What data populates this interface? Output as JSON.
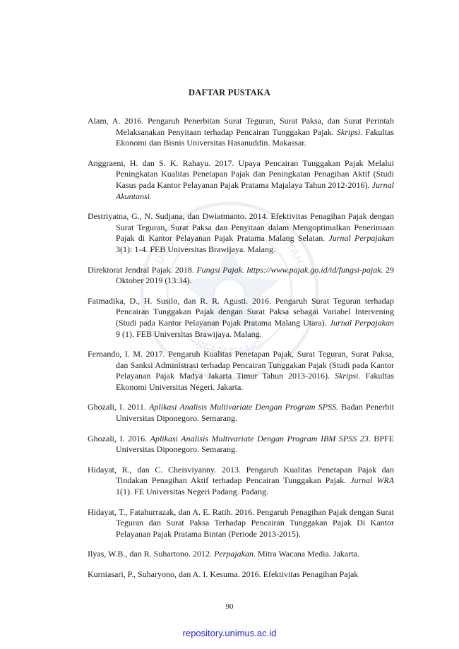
{
  "title": "DAFTAR PUSTAKA",
  "references": [
    {
      "segments": [
        {
          "text": "Alam, A. 2016. Pengaruh Penerbitan Surat Teguran, Surat Paksa, dan Surat Perintah Melaksanakan Penyitaan terhadap Pencairan Tunggakan Pajak. ",
          "italic": false
        },
        {
          "text": "Skripsi.",
          "italic": true
        },
        {
          "text": " Fakultas Ekonomi dan Bisnis Universitas Hasanuddin. Makassar.",
          "italic": false
        }
      ]
    },
    {
      "segments": [
        {
          "text": "Anggraeni, H. dan S. K. Rahayu. 2017. Upaya Pencairan Tunggakan Pajak Melalui Peningkatan Kualitas Penetapan Pajak dan Peningkatan Penagihan Aktif  (Studi Kasus pada Kantor Pelayanan Pajak Pratama Majalaya Tahun 2012-2016). ",
          "italic": false
        },
        {
          "text": "Jurnal Akuntansi.",
          "italic": true
        }
      ]
    },
    {
      "segments": [
        {
          "text": "Destriyatna, G., N. Sudjana, dan Dwiatmanto. 2014. Efektivitas Penagihan Pajak dengan Surat Teguran, Surat Paksa dan Penyitaan dalam Mengoptimalkan Penerimaan Pajak di Kantor Pelayanan Pajak Pratama Malang Selatan. ",
          "italic": false
        },
        {
          "text": "Jurnal  Perpajakan",
          "italic": true
        },
        {
          "text": " 3(1): 1-4. FEB Universitas Brawijaya. Malang.",
          "italic": false
        }
      ]
    },
    {
      "segments": [
        {
          "text": "Direktorat Jendral Pajak. 2018. ",
          "italic": false
        },
        {
          "text": "Fungsi Pajak. https://www.pajak.go.id/id/fungsi-pajak.",
          "italic": true
        },
        {
          "text": " 29 Oktober 2019 (13:34).",
          "italic": false
        }
      ]
    },
    {
      "segments": [
        {
          "text": "Fatmadika, D., H. Susilo, dan R. R. Agusti. 2016. Pengaruh Surat Teguran terhadap Pencairan Tunggakan Pajak dengan Surat Paksa sebagai Variabel Intervening (Studi pada Kantor Pelayanan Pajak Pratama Malang Utara). ",
          "italic": false
        },
        {
          "text": "Jurnal Perpajakan",
          "italic": true
        },
        {
          "text": " 9 (1). FEB Universitas Brawijaya. Malang.",
          "italic": false
        }
      ]
    },
    {
      "segments": [
        {
          "text": "Fernando, I. M. 2017. Pengaruh Kualitas Penetapan Pajak, Surat Teguran, Surat Paksa, dan Sanksi Administrasi terhadap Pencairan Tunggakan Pajak (Studi pada Kantor Pelayanan Pajak Madya Jakarta Timur Tahun 2013-2016). ",
          "italic": false
        },
        {
          "text": "Skripsi.",
          "italic": true
        },
        {
          "text": " Fakultas Ekonomi Universitas Negeri. Jakarta.",
          "italic": false
        }
      ]
    },
    {
      "segments": [
        {
          "text": "Ghozali, I. 2011. ",
          "italic": false
        },
        {
          "text": "Aplikasi Analisis Multivariate Dengan Program SPSS.",
          "italic": true
        },
        {
          "text": " Badan Penerbit Universitas Diponegoro. Semarang.",
          "italic": false
        }
      ]
    },
    {
      "segments": [
        {
          "text": "Ghozali, I. 2016. ",
          "italic": false
        },
        {
          "text": "Aplikasi Analisis Multivariate Dengan Program IBM SPSS 23",
          "italic": true
        },
        {
          "text": ". BPFE Universitas Diponegoro. Semarang.",
          "italic": false
        }
      ]
    },
    {
      "segments": [
        {
          "text": "Hidayat, R., dan C. Cheisviyanny. 2013. Pengaruh Kualitas Penetapan Pajak dan Tindakan Penagihan Aktif terhadap Pencairan Tunggakan Pajak. ",
          "italic": false
        },
        {
          "text": "Jurnal WRA",
          "italic": true
        },
        {
          "text": " 1(1). FE Universitas Negeri Padang. Padang.",
          "italic": false
        }
      ]
    },
    {
      "segments": [
        {
          "text": "Hidayat, T., Fatahurrazak, dan A. E. Ratih. 2016. Pengaruh Penagihan Pajak dengan Surat Teguran dan Surat Paksa Terhadap Pencairan Tunggakan Pajak Di Kantor Pelayanan Pajak Pratama Bintan (Periode 2013-2015).",
          "italic": false
        }
      ]
    },
    {
      "segments": [
        {
          "text": "Ilyas, W.B., dan R. Suhartono. 2012. ",
          "italic": false
        },
        {
          "text": "Perpajakan",
          "italic": true
        },
        {
          "text": ". Mitra Wacana Media. Jakarta.",
          "italic": false
        }
      ]
    },
    {
      "segments": [
        {
          "text": "Kurniasari, P., Suharyono, dan A. I. Kesuma. 2016. Efektivitas Penagihan Pajak",
          "italic": false
        }
      ]
    }
  ],
  "page_number": "90",
  "footer_link": "repository.unimus.ac.id",
  "watermark_text": {
    "top": "UNIVERSITAS MUHAMMADIYAH",
    "bottom": "SEMARANG"
  },
  "colors": {
    "link": "#2222d8",
    "text": "#1a1a1a",
    "watermark": "#8aa0c8"
  }
}
